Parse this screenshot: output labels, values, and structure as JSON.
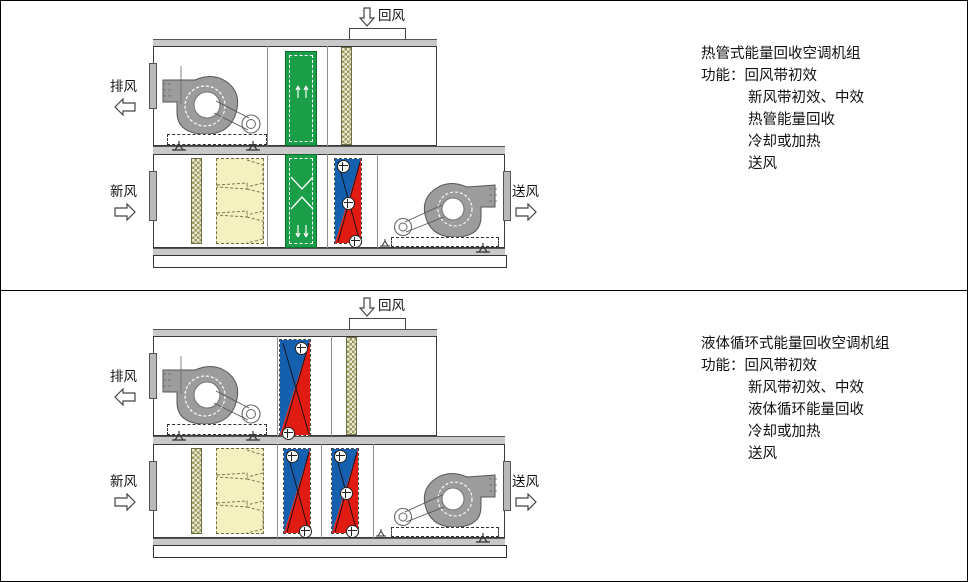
{
  "sheet": {
    "panels": [
      {
        "id": "heat-pipe-unit",
        "title": "热管式能量回收空调机组",
        "function_label": "功能：",
        "functions": [
          "回风带初效",
          "新风带初效、中效",
          "热管能量回收",
          "冷却或加热",
          "送风"
        ],
        "labels": {
          "return_air": "回风",
          "exhaust_air": "排风",
          "fresh_air": "新风",
          "supply_air": "送风"
        },
        "arrows": {
          "return_air": "arrow-down-icon",
          "exhaust_air": "arrow-left-icon",
          "fresh_air": "arrow-right-icon",
          "supply_air": "arrow-right-icon"
        },
        "upper_channel": [
          {
            "name": "exhaust-fan",
            "type": "fan"
          },
          {
            "name": "heat-pipe-exhaust-side",
            "type": "heat-pipe"
          },
          {
            "name": "return-air-pre-filter",
            "type": "pre-filter"
          }
        ],
        "lower_channel": [
          {
            "name": "fresh-air-pre-filter",
            "type": "pre-filter"
          },
          {
            "name": "fresh-air-bag-filter",
            "type": "bag-filter"
          },
          {
            "name": "heat-pipe-supply-side",
            "type": "heat-pipe"
          },
          {
            "name": "cooling-heating-coil",
            "type": "coil"
          },
          {
            "name": "supply-fan",
            "type": "fan"
          }
        ]
      },
      {
        "id": "liquid-loop-unit",
        "title": "液体循环式能量回收空调机组",
        "function_label": "功能：",
        "functions": [
          "回风带初效",
          "新风带初效、中效",
          "液体循环能量回收",
          "冷却或加热",
          "送风"
        ],
        "labels": {
          "return_air": "回风",
          "exhaust_air": "排风",
          "fresh_air": "新风",
          "supply_air": "送风"
        },
        "arrows": {
          "return_air": "arrow-down-icon",
          "exhaust_air": "arrow-left-icon",
          "fresh_air": "arrow-right-icon",
          "supply_air": "arrow-right-icon"
        },
        "upper_channel": [
          {
            "name": "exhaust-fan",
            "type": "fan"
          },
          {
            "name": "exhaust-recovery-coil",
            "type": "coil"
          },
          {
            "name": "return-air-pre-filter",
            "type": "pre-filter"
          }
        ],
        "lower_channel": [
          {
            "name": "fresh-air-pre-filter",
            "type": "pre-filter"
          },
          {
            "name": "fresh-air-bag-filter",
            "type": "bag-filter"
          },
          {
            "name": "supply-recovery-coil",
            "type": "coil"
          },
          {
            "name": "cooling-heating-coil",
            "type": "coil"
          },
          {
            "name": "supply-fan",
            "type": "fan"
          }
        ]
      }
    ]
  },
  "colors": {
    "heat_pipe_green": "#1a9e47",
    "coil_blue": "#1560ae",
    "coil_red": "#e01b11",
    "pre_filter_olive": "#9a9a5a",
    "pre_filter_cream": "#edead9",
    "bag_filter_yellow": "#f5f0c0",
    "fan_gray": "#9c9c9c",
    "casing_gray": "#c9c9c9",
    "outline_black": "#111111"
  }
}
